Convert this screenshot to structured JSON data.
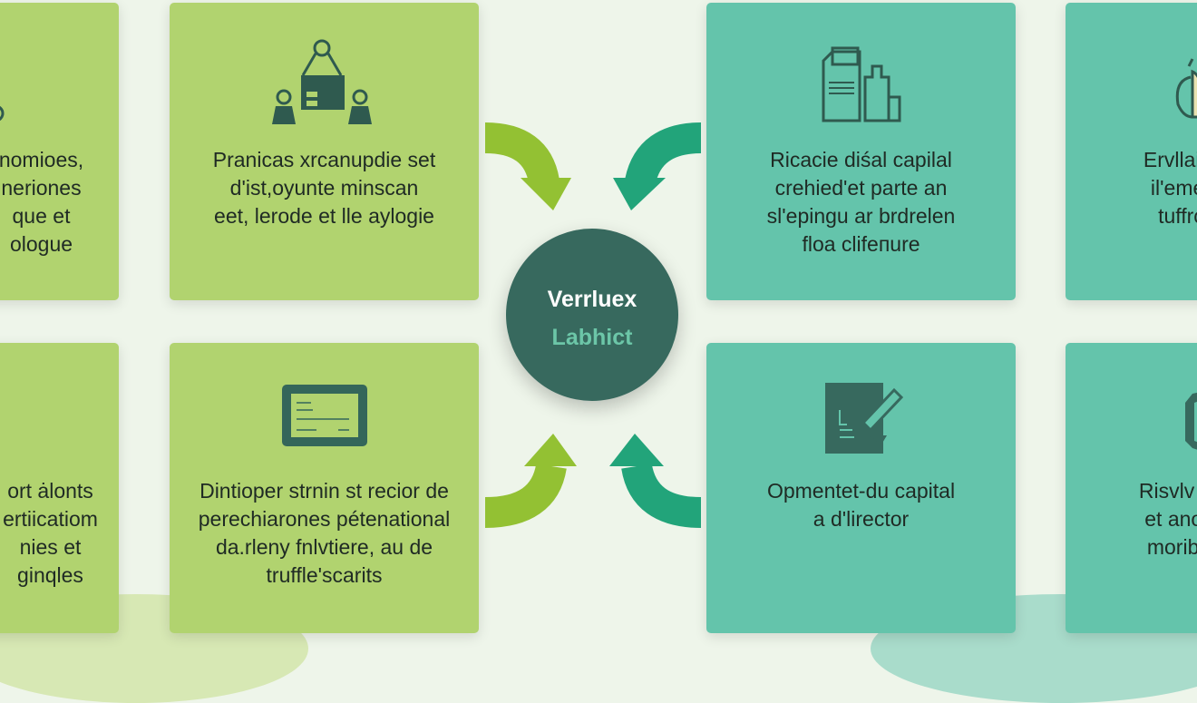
{
  "colors": {
    "green_card": "#b1d36f",
    "teal_card": "#64c4ab",
    "hub": "#37695e",
    "arrow_green": "#93c133",
    "arrow_teal": "#22a47a",
    "background": "#eef5ea"
  },
  "hub": {
    "title": "Verrluex",
    "subtitle": "Labhict"
  },
  "cards": [
    {
      "icon": "person-icon",
      "text": "nomioes,\nneriones\nque et\nologue"
    },
    {
      "icon": "team-building-icon",
      "text": "Pranicas xrcanupdie set\nd'ist,oyunte minscan\neet, lerode et lle aylogie"
    },
    {
      "icon": "documents-bottles-icon",
      "text": "Ricacie diśal capilal\ncrehied'et parte an\nsl'epingu ar brdrelen\nfloa clifeпure"
    },
    {
      "icon": "hand-icon",
      "text": "Ervllai sr\nil'emée\ntuffrci"
    },
    {
      "icon": "certificate-icon",
      "text": "ort ȧlonts\nertiicatiom\nnies et\nginqles"
    },
    {
      "icon": "certificate-frame-icon",
      "text": "Dintioper strnin st recior de\nperechiarones pétenational\nda.rleny fnlvtiere, au de\ntruffle'scarits"
    },
    {
      "icon": "ledger-pen-icon",
      "text": "Opmentet-du capital\na d'lirector"
    },
    {
      "icon": "shield-icon",
      "text": "Risvlv ar\net anov\nmoriba"
    }
  ]
}
